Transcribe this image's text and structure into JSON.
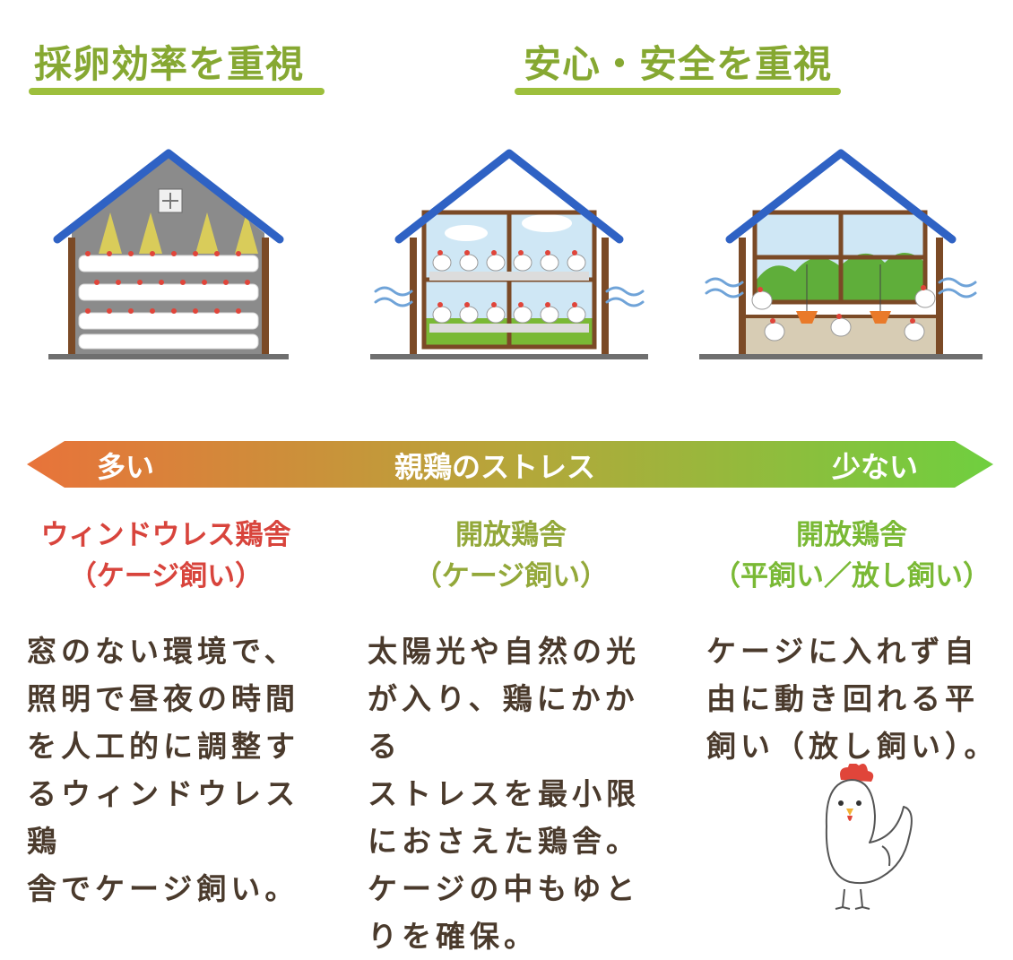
{
  "headings": {
    "left": "採卵効率を重視",
    "right": "安心・安全を重視"
  },
  "stress_bar": {
    "left_label": "多い",
    "center_label": "親鶏のストレス",
    "right_label": "少ない",
    "colors": {
      "start": "#e8733a",
      "middle": "#b6a63a",
      "end": "#6fcf3f"
    }
  },
  "types": [
    {
      "title_line1": "ウィンドウレス鶏舎",
      "title_line2": "（ケージ飼い）",
      "color": "#d8443c",
      "description": [
        "窓のない環境で、",
        "照明で昼夜の時間",
        "を人工的に調整す",
        "るウィンドウレス鶏",
        "舎でケージ飼い。"
      ]
    },
    {
      "title_line1": "開放鶏舎",
      "title_line2": "（ケージ飼い）",
      "color": "#93a83a",
      "description": [
        "太陽光や自然の光",
        "が入り、鶏にかかる",
        "ストレスを最小限",
        "におさえた鶏舎。",
        "ケージの中もゆと",
        "りを確保。"
      ]
    },
    {
      "title_line1": "開放鶏舎",
      "title_line2": "（平飼い／放し飼い）",
      "color": "#7ab935",
      "description": [
        "ケージに入れず自",
        "由に動き回れる平",
        "飼い（放し飼い）。"
      ]
    }
  ],
  "icons": [
    "windowless-house-icon",
    "open-cage-house-icon",
    "free-range-house-icon",
    "chicken-mascot-icon"
  ]
}
